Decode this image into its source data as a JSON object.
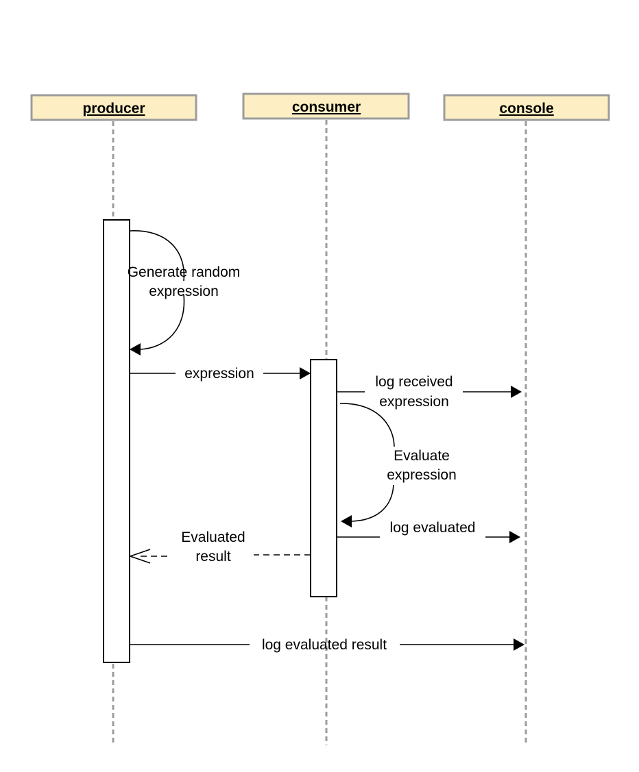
{
  "participants": {
    "producer": "producer",
    "consumer": "consumer",
    "console": "console"
  },
  "messages": {
    "generate_line1": "Generate random",
    "generate_line2": "expression",
    "expression": "expression",
    "log_received_line1": "log received",
    "log_received_line2": "expression",
    "evaluate_line1": "Evaluate",
    "evaluate_line2": "expression",
    "log_evaluated": "log evaluated",
    "evaluated_result_line1": "Evaluated",
    "evaluated_result_line2": "result",
    "log_evaluated_result": "log evaluated result"
  },
  "colors": {
    "participant_fill": "#fdefc3",
    "participant_border": "#9c9c9c",
    "lifeline": "#9c9c9c"
  }
}
